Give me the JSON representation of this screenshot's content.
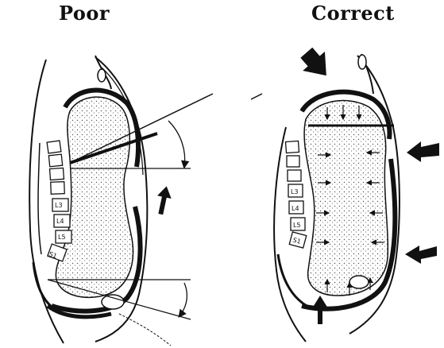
{
  "panels": {
    "left": {
      "title": "Poor",
      "vertebra_labels": [
        "L3",
        "L4",
        "L5",
        "S1"
      ]
    },
    "right": {
      "title": "Correct",
      "vertebra_labels": [
        "L3",
        "L4",
        "L5",
        "S1"
      ]
    }
  },
  "colors": {
    "ink": "#111111",
    "paper": "#ffffff",
    "stipple": "#777777"
  },
  "icons": [
    "arrow-up-icon",
    "arrow-down-icon",
    "arrow-left-icon",
    "angle-arc-icon"
  ]
}
